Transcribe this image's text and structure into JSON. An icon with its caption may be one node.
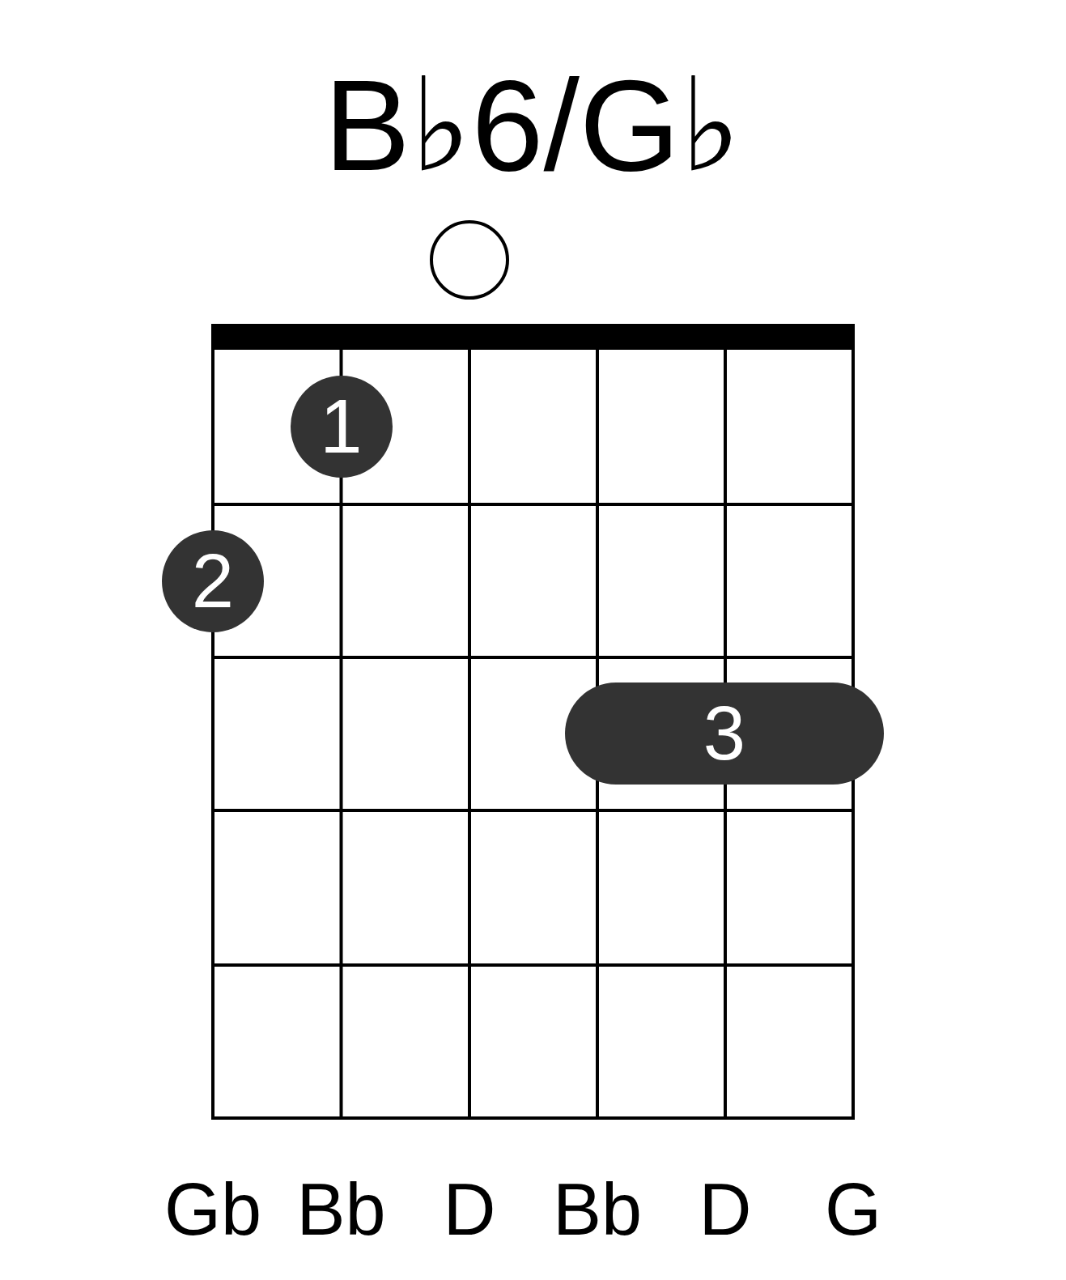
{
  "diagram": {
    "title": "B♭6/G♭",
    "nodes": [
      {
        "text": [],
        "shape": "circle"
      },
      {
        "text": [
          "1"
        ]
      },
      {
        "text": [
          "2"
        ]
      },
      {
        "text": [
          "3"
        ]
      }
    ],
    "labels": [
      "Gb",
      "Bb",
      "D",
      "Bb",
      "D",
      "G"
    ]
  }
}
